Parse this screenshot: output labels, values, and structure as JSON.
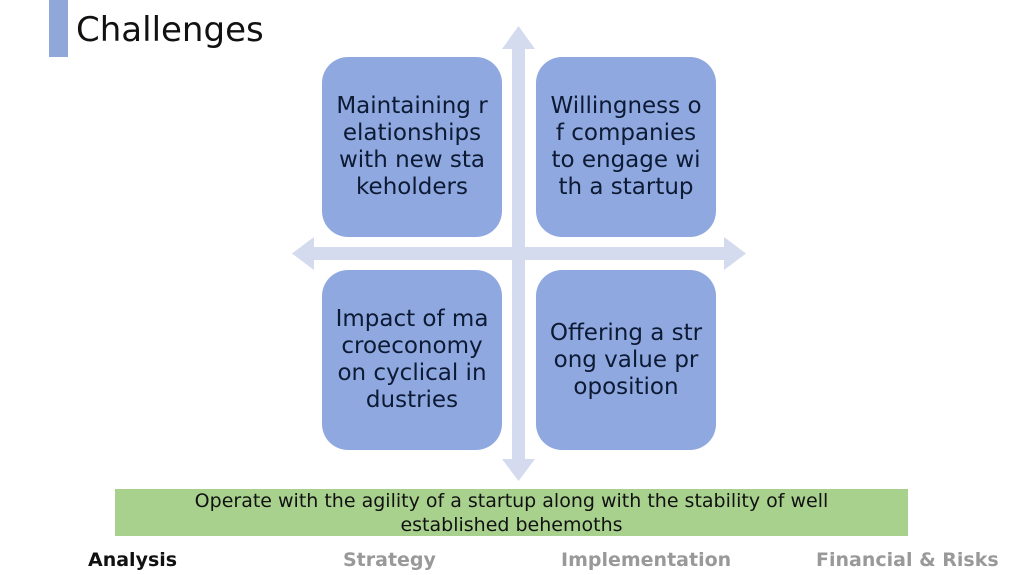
{
  "slide": {
    "title": "Challenges"
  },
  "quadrants": [
    {
      "text": "Maintaining relationships with new stakeholders"
    },
    {
      "text": "Willingness of companies to engage with a startup"
    },
    {
      "text": "Impact of macroeconomy on cyclical industries"
    },
    {
      "text": "Offering a strong value proposition"
    }
  ],
  "banner": {
    "text": "Operate with the agility of a startup along with the stability of well established behemoths"
  },
  "nav": {
    "items": [
      {
        "label": "Analysis",
        "active": true
      },
      {
        "label": "Strategy",
        "active": false
      },
      {
        "label": "Implementation",
        "active": false
      },
      {
        "label": "Financial & Risks",
        "active": false
      }
    ]
  },
  "colors": {
    "accent": "#8fa8d9",
    "quadrant": "#8fa8e0",
    "arrows": "#d4dbee",
    "banner": "#a9d18e",
    "nav_inactive": "#999999"
  }
}
